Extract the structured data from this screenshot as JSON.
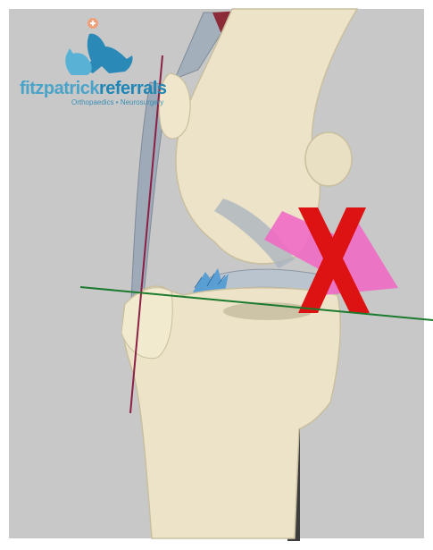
{
  "colors": {
    "background": "#c8c8c8",
    "frame": "#ffffff",
    "bone": "#ece3c8",
    "bone_shadow": "#c9bf9f",
    "ligament": "#9eaab7",
    "muscle": "#8c2a38",
    "meniscus": "#b9c4ce",
    "tissue_blue": "#5a9fd3",
    "arrow": "#f06ac4",
    "cross": "#dd1212",
    "line_tibial_axis": "#8c1f46",
    "line_tibial_plateau": "#1b7a2e",
    "logo_light": "#4aa3c8",
    "logo_dark": "#1f86b5",
    "logo_plus": "#f0a07a"
  },
  "logo": {
    "name_part1": "fitzpatrick",
    "name_part2": "referrals",
    "tagline": "Orthopaedics • Neurosurgery",
    "icons": [
      "dog-silhouette-icon",
      "cat-silhouette-icon",
      "plus-icon"
    ]
  },
  "diagram": {
    "lines": [
      "tibial-axis-line",
      "tibial-plateau-line"
    ],
    "symbols": [
      "forward-thrust-arrow",
      "cross-mark"
    ]
  }
}
